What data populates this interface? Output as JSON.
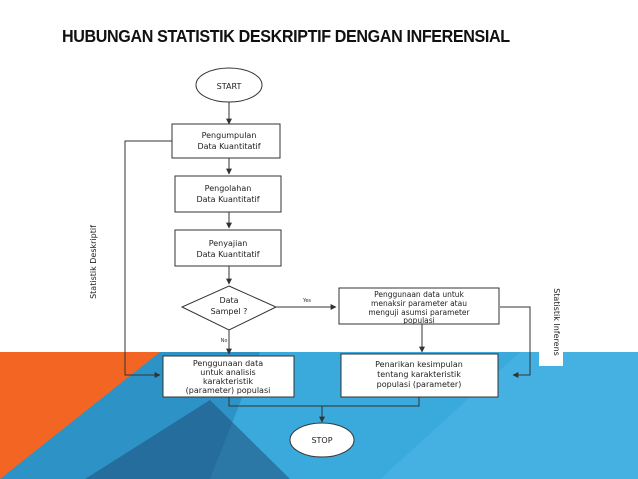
{
  "slide_title": "HUBUNGAN STATISTIK DESKRIPTIF DENGAN INFERENSIAL",
  "flowchart": {
    "start": "START",
    "stop": "STOP",
    "pengumpulan": [
      "Pengumpulan",
      "Data Kuantitatif"
    ],
    "pengolahan": [
      "Pengolahan",
      "Data Kuantitatif"
    ],
    "penyajian": [
      "Penyajian",
      "Data Kuantitatif"
    ],
    "decision": [
      "Data",
      "Sampel ?"
    ],
    "yes_label": "Yes",
    "no_label": "No",
    "inferensial_param": [
      "Penggunaan data untuk",
      "menaksir parameter atau",
      "menguji asumsi parameter",
      "populasi"
    ],
    "deskriptif_param": [
      "Penggunaan data",
      "untuk analisis",
      "karakteristik",
      "(parameter) populasi"
    ],
    "kesimpulan": [
      "Penarikan kesimpulan",
      "tentang karakteristik",
      "populasi (parameter)"
    ],
    "side_label_left": "Statistik Deskriptif",
    "side_label_right": "Statistik Inferens"
  },
  "colors": {
    "band_blue": "#3aa9dc",
    "band_blue_dark": "#2c8fc2",
    "orange": "#f26522",
    "navy": "#1f4e7a",
    "line": "#333333"
  }
}
